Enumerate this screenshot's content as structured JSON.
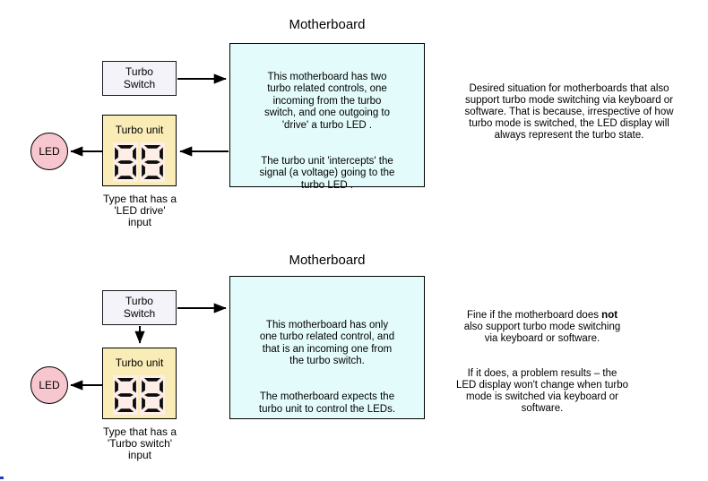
{
  "palette": {
    "motherboard_fill": "#E3FBFB",
    "turbo_switch_fill": "#F5F3FA",
    "turbo_unit_fill": "#F9ECB7",
    "display_cell_fill": "#FDEFE7",
    "led_fill": "#F8C6CE",
    "line_color": "#000000"
  },
  "top": {
    "title": "Motherboard",
    "switch_label": "Turbo\nSwitch",
    "unit_label": "Turbo unit",
    "display_value": "88",
    "led_label": "LED",
    "caption": "Type that has a\n'LED drive'\ninput",
    "board_p1": "This motherboard has two\nturbo related controls, one\nincoming from the turbo\nswitch, and one outgoing to\n'drive' a turbo LED .",
    "board_p2": "The turbo unit 'intercepts' the\nsignal (a voltage) going to the\nturbo LED .",
    "note": "Desired situation for motherboards that also\nsupport turbo mode switching via keyboard or\nsoftware. That is because, irrespective of how\nturbo mode is switched, the LED display will\nalways represent the turbo state."
  },
  "bottom": {
    "title": "Motherboard",
    "switch_label": "Turbo\nSwitch",
    "unit_label": "Turbo unit",
    "display_value": "88",
    "led_label": "LED",
    "caption": "Type that has a\n'Turbo switch'\ninput",
    "board_p1": "This motherboard has only\none turbo related control, and\nthat is an incoming one from\nthe turbo switch.",
    "board_p2": "The motherboard expects the\nturbo unit to control the LEDs.",
    "note_p1_prefix": "Fine if the motherboard does ",
    "note_p1_bold": "not",
    "note_p1_rest": "\nalso support turbo mode switching\nvia keyboard or software.",
    "note_p2": "If it does, a problem results – the\nLED display won't change when turbo\nmode is switched via keyboard or\nsoftware."
  }
}
